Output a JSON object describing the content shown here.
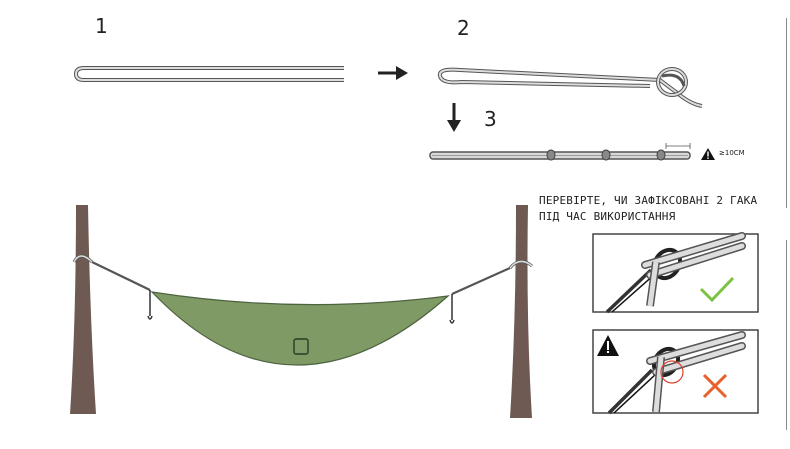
{
  "steps": {
    "step1_number": "1",
    "step2_number": "2",
    "step3_number": "3"
  },
  "warning": {
    "line1": "ПЕРЕВІРТЕ, ЧИ ЗАФІКСОВАНІ 2 ГАКА",
    "line2": "ПІД ЧАС ВИКОРИСТАННЯ"
  },
  "measure_label": "≥10CM",
  "colors": {
    "rope_outline": "#555555",
    "rope_fill": "#d8d8d8",
    "tree": "#6e5a52",
    "hammock": "#7f9a65",
    "hammock_outline": "#4d6340",
    "check": "#7cc243",
    "cross": "#e8602c",
    "warn_icon": "#111111"
  },
  "icons": {
    "arrow_right": "arrow-right-icon",
    "arrow_down": "arrow-down-icon",
    "warning": "warning-icon",
    "check": "check-icon",
    "cross": "cross-icon"
  }
}
